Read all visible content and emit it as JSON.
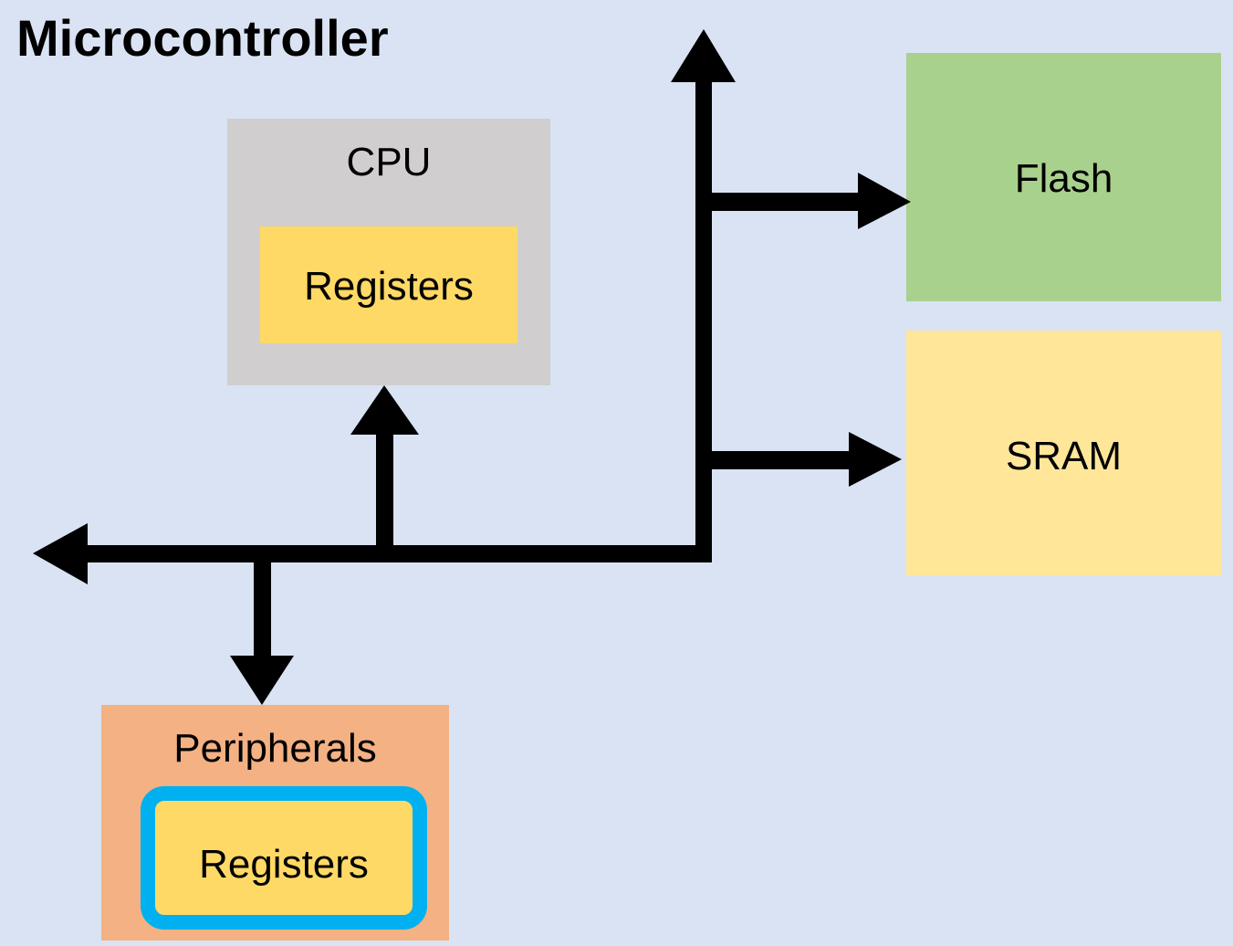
{
  "title": "Microcontroller",
  "blocks": {
    "cpu": {
      "label": "CPU",
      "registers_label": "Registers",
      "color": "#d0cece",
      "registers_color": "#ffd966"
    },
    "flash": {
      "label": "Flash",
      "color": "#a9d18e"
    },
    "sram": {
      "label": "SRAM",
      "color": "#ffe699"
    },
    "peripherals": {
      "label": "Peripherals",
      "registers_label": "Registers",
      "color": "#f4b183",
      "registers_color": "#ffd966",
      "highlight_color": "#00b0f0"
    }
  },
  "background_color": "#dae3f3",
  "bus_color": "#000000"
}
